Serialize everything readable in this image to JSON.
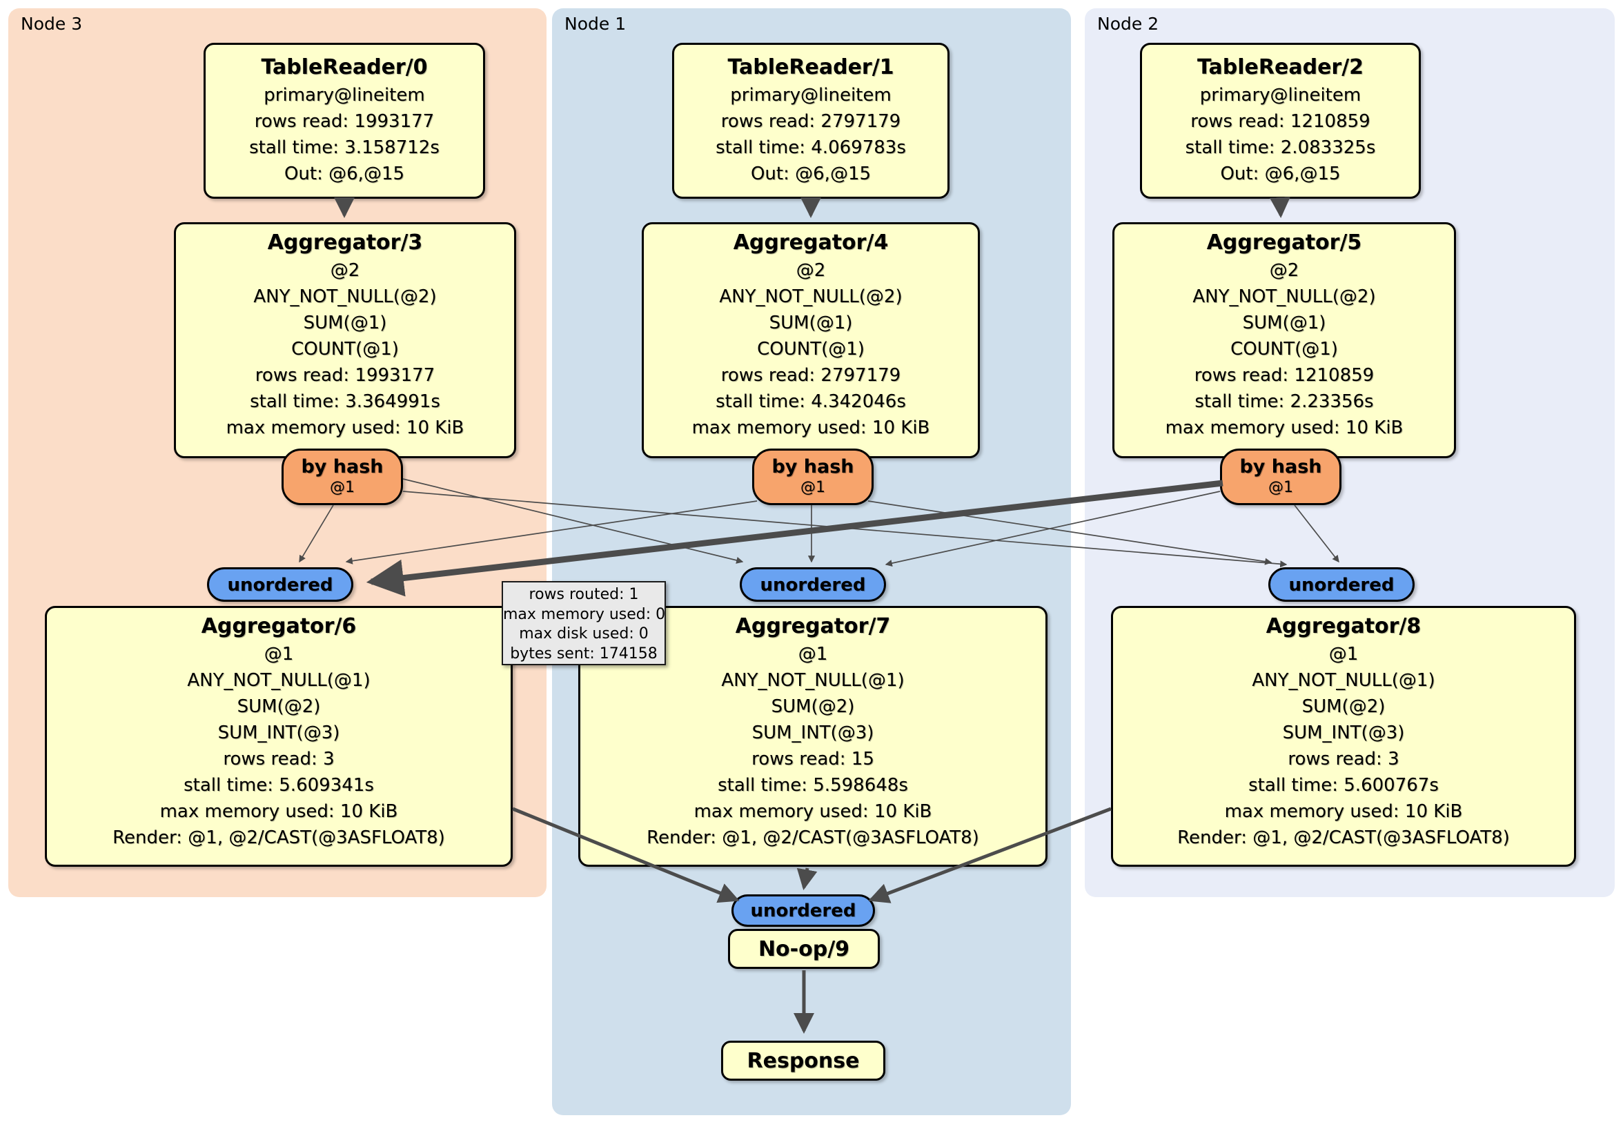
{
  "panels": {
    "node3": {
      "label": "Node 3"
    },
    "node1": {
      "label": "Node 1"
    },
    "node2": {
      "label": "Node 2"
    }
  },
  "processors": {
    "tr0": {
      "title": "TableReader/0",
      "lines": [
        "primary@lineitem",
        "rows read: 1993177",
        "stall time: 3.158712s",
        "Out: @6,@15"
      ]
    },
    "tr1": {
      "title": "TableReader/1",
      "lines": [
        "primary@lineitem",
        "rows read: 2797179",
        "stall time: 4.069783s",
        "Out: @6,@15"
      ]
    },
    "tr2": {
      "title": "TableReader/2",
      "lines": [
        "primary@lineitem",
        "rows read: 1210859",
        "stall time: 2.083325s",
        "Out: @6,@15"
      ]
    },
    "agg3": {
      "title": "Aggregator/3",
      "lines": [
        "@2",
        "ANY_NOT_NULL(@2)",
        "SUM(@1)",
        "COUNT(@1)",
        "rows read: 1993177",
        "stall time: 3.364991s",
        "max memory used: 10 KiB"
      ]
    },
    "agg4": {
      "title": "Aggregator/4",
      "lines": [
        "@2",
        "ANY_NOT_NULL(@2)",
        "SUM(@1)",
        "COUNT(@1)",
        "rows read: 2797179",
        "stall time: 4.342046s",
        "max memory used: 10 KiB"
      ]
    },
    "agg5": {
      "title": "Aggregator/5",
      "lines": [
        "@2",
        "ANY_NOT_NULL(@2)",
        "SUM(@1)",
        "COUNT(@1)",
        "rows read: 1210859",
        "stall time: 2.23356s",
        "max memory used: 10 KiB"
      ]
    },
    "agg6": {
      "title": "Aggregator/6",
      "lines": [
        "@1",
        "ANY_NOT_NULL(@1)",
        "SUM(@2)",
        "SUM_INT(@3)",
        "rows read: 3",
        "stall time: 5.609341s",
        "max memory used: 10 KiB",
        "Render: @1, @2/CAST(@3ASFLOAT8)"
      ]
    },
    "agg7": {
      "title": "Aggregator/7",
      "lines": [
        "@1",
        "ANY_NOT_NULL(@1)",
        "SUM(@2)",
        "SUM_INT(@3)",
        "rows read: 15",
        "stall time: 5.598648s",
        "max memory used: 10 KiB",
        "Render: @1, @2/CAST(@3ASFLOAT8)"
      ]
    },
    "agg8": {
      "title": "Aggregator/8",
      "lines": [
        "@1",
        "ANY_NOT_NULL(@1)",
        "SUM(@2)",
        "SUM_INT(@3)",
        "rows read: 3",
        "stall time: 5.600767s",
        "max memory used: 10 KiB",
        "Render: @1, @2/CAST(@3ASFLOAT8)"
      ]
    },
    "noop": {
      "title": "No-op/9"
    },
    "response": {
      "title": "Response"
    }
  },
  "router": {
    "label": "by hash",
    "stream": "@1"
  },
  "sync": {
    "label": "unordered"
  },
  "edge_tooltip": {
    "lines": [
      "rows routed: 1",
      "max memory used: 0",
      "max disk used: 0",
      "bytes sent: 174158"
    ]
  },
  "colors": {
    "node3_bg": "#fbddc8",
    "node1_bg": "#cfdfec",
    "node2_bg": "#e9edf8",
    "box_bg": "#feffcc",
    "router_bg": "#f7a46c",
    "sync_bg": "#69a2f1",
    "tooltip_bg": "#e9e9e9",
    "edge": "#4c4c4c"
  }
}
